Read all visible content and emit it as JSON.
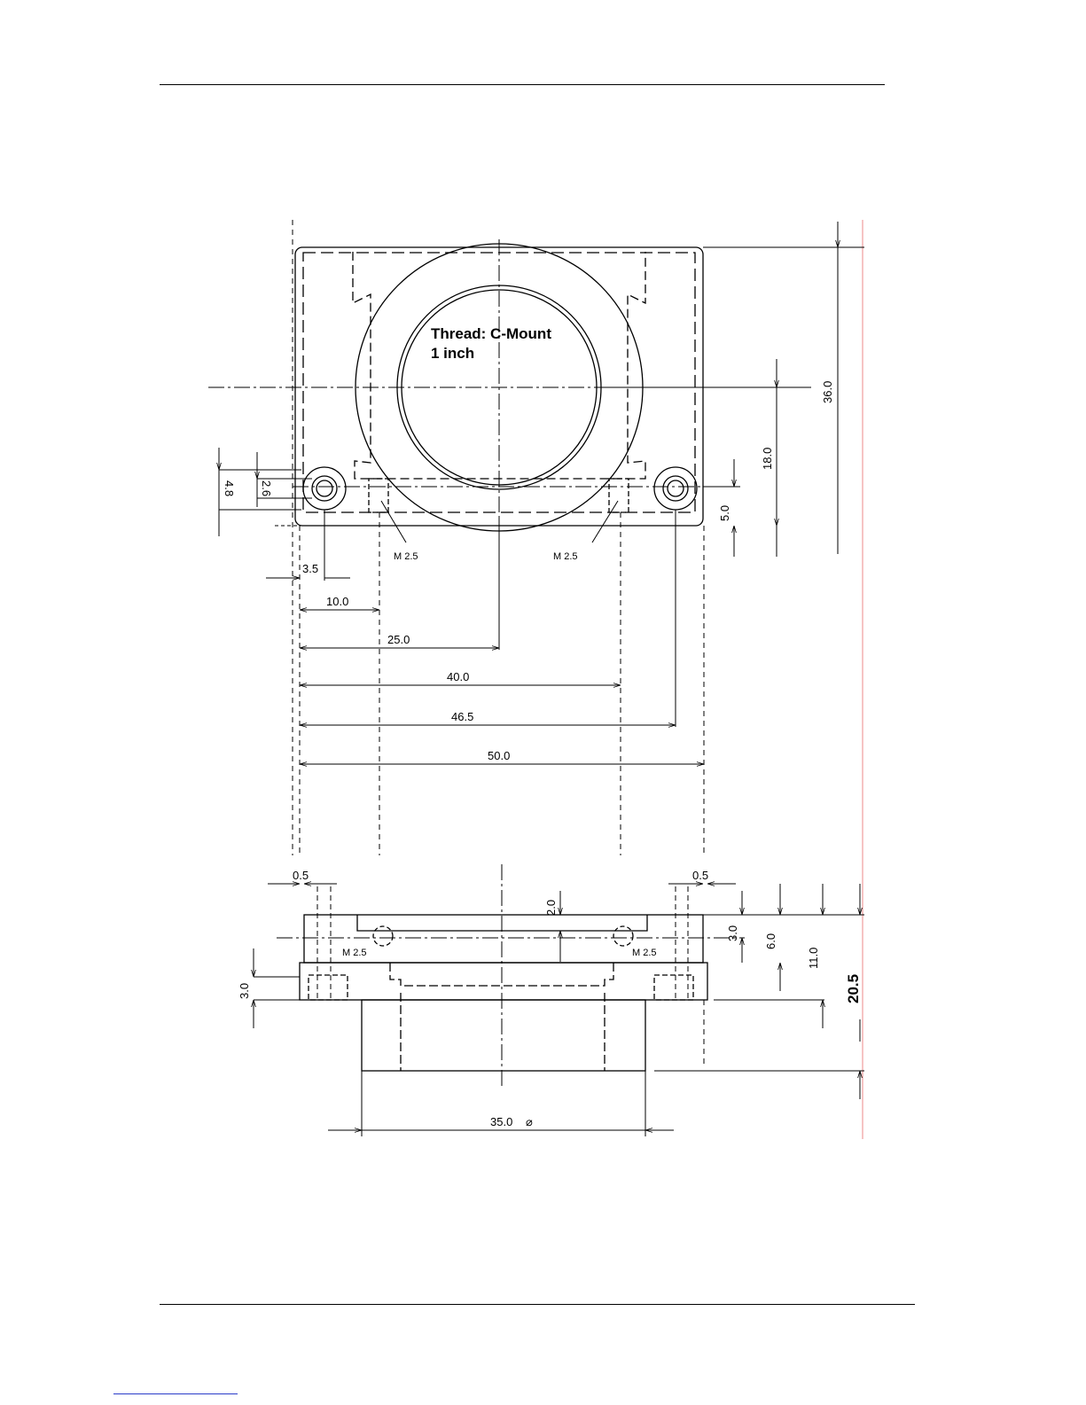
{
  "front_view": {
    "thread_label": "Thread:  C-Mount",
    "size_label": "1 inch",
    "thread_callout_left": "M 2.5",
    "thread_callout_right": "M 2.5",
    "dims": {
      "height_36": "36.0",
      "center_18": "18.0",
      "hole_offset_5": "5.0",
      "hole_dia_4_8": "4.8",
      "counterbore_2_6": "2.6",
      "hole_x_3_5": "3.5",
      "x_10": "10.0",
      "x_25": "25.0",
      "x_40": "40.0",
      "x_46_5": "46.5",
      "x_50": "50.0"
    }
  },
  "side_view": {
    "thread_callout_left": "M 2.5",
    "thread_callout_right": "M 2.5",
    "dims": {
      "chamfer_left": "0.5",
      "chamfer_right": "0.5",
      "recess_2": "2.0",
      "top_3": "3.0",
      "depth_6": "6.0",
      "depth_11": "11.0",
      "total_20_5": "20.5",
      "flange_3": "3.0",
      "barrel_dia": "35.0",
      "dia_symbol": "⌀"
    }
  }
}
